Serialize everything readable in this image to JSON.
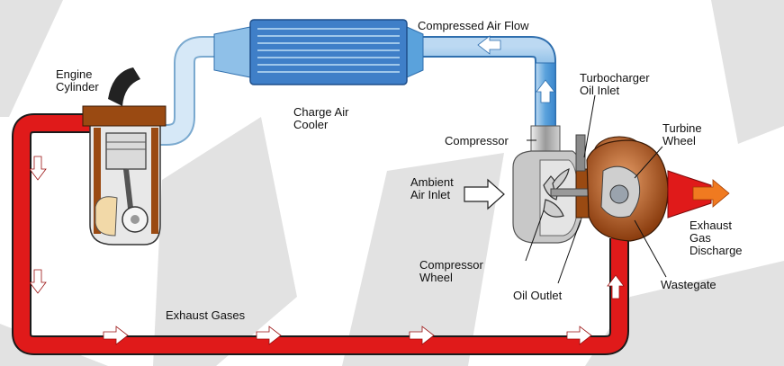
{
  "colors": {
    "exhaust_red": "#e01a1a",
    "air_blue": "#4a98d8",
    "air_blue_light": "#bcd9f2",
    "cooler_blue": "#3f7fc8",
    "turbine_brown": "#b45418",
    "compressor_gray": "#b9b9b9",
    "engine_brown": "#9a4a12",
    "background_stripe": "#d4d4d4"
  },
  "labels": {
    "engine_cylinder": [
      "Engine",
      "Cylinder"
    ],
    "compressed_air_flow": "Compressed Air Flow",
    "charge_air_cooler": [
      "Charge Air",
      "Cooler"
    ],
    "turbocharger_oil_inlet": [
      "Turbocharger",
      "Oil Inlet"
    ],
    "compressor": "Compressor",
    "turbine_wheel": [
      "Turbine",
      "Wheel"
    ],
    "ambient_air_inlet": [
      "Ambient",
      "Air Inlet"
    ],
    "exhaust_gas_discharge": [
      "Exhaust",
      "Gas",
      "Discharge"
    ],
    "compressor_wheel": [
      "Compressor",
      "Wheel"
    ],
    "oil_outlet": "Oil Outlet",
    "wastegate": "Wastegate",
    "exhaust_gases": "Exhaust Gases"
  },
  "icons": {
    "flow_arrow": "arrow-icon",
    "engine": "engine-cylinder-icon",
    "cooler": "intercooler-icon",
    "turbo": "turbocharger-icon"
  }
}
